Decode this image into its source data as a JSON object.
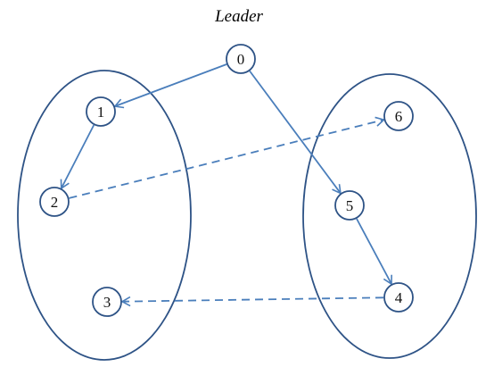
{
  "diagram": {
    "title": "Leader",
    "colors": {
      "cluster_stroke": "#2e5386",
      "node_stroke": "#2e5386",
      "arrow": "#4a7ebb",
      "text": "#111111",
      "background": "#ffffff"
    },
    "nodes": [
      {
        "id": "0",
        "label": "0"
      },
      {
        "id": "1",
        "label": "1"
      },
      {
        "id": "2",
        "label": "2"
      },
      {
        "id": "3",
        "label": "3"
      },
      {
        "id": "4",
        "label": "4"
      },
      {
        "id": "5",
        "label": "5"
      },
      {
        "id": "6",
        "label": "6"
      }
    ],
    "clusters": [
      {
        "name": "left-group",
        "members": [
          "1",
          "2",
          "3"
        ]
      },
      {
        "name": "right-group",
        "members": [
          "6",
          "5",
          "4"
        ]
      }
    ],
    "edges": [
      {
        "from": "0",
        "to": "1",
        "style": "solid"
      },
      {
        "from": "0",
        "to": "5",
        "style": "solid"
      },
      {
        "from": "1",
        "to": "2",
        "style": "solid"
      },
      {
        "from": "5",
        "to": "4",
        "style": "solid"
      },
      {
        "from": "2",
        "to": "6",
        "style": "dashed"
      },
      {
        "from": "4",
        "to": "3",
        "style": "dashed"
      }
    ]
  }
}
